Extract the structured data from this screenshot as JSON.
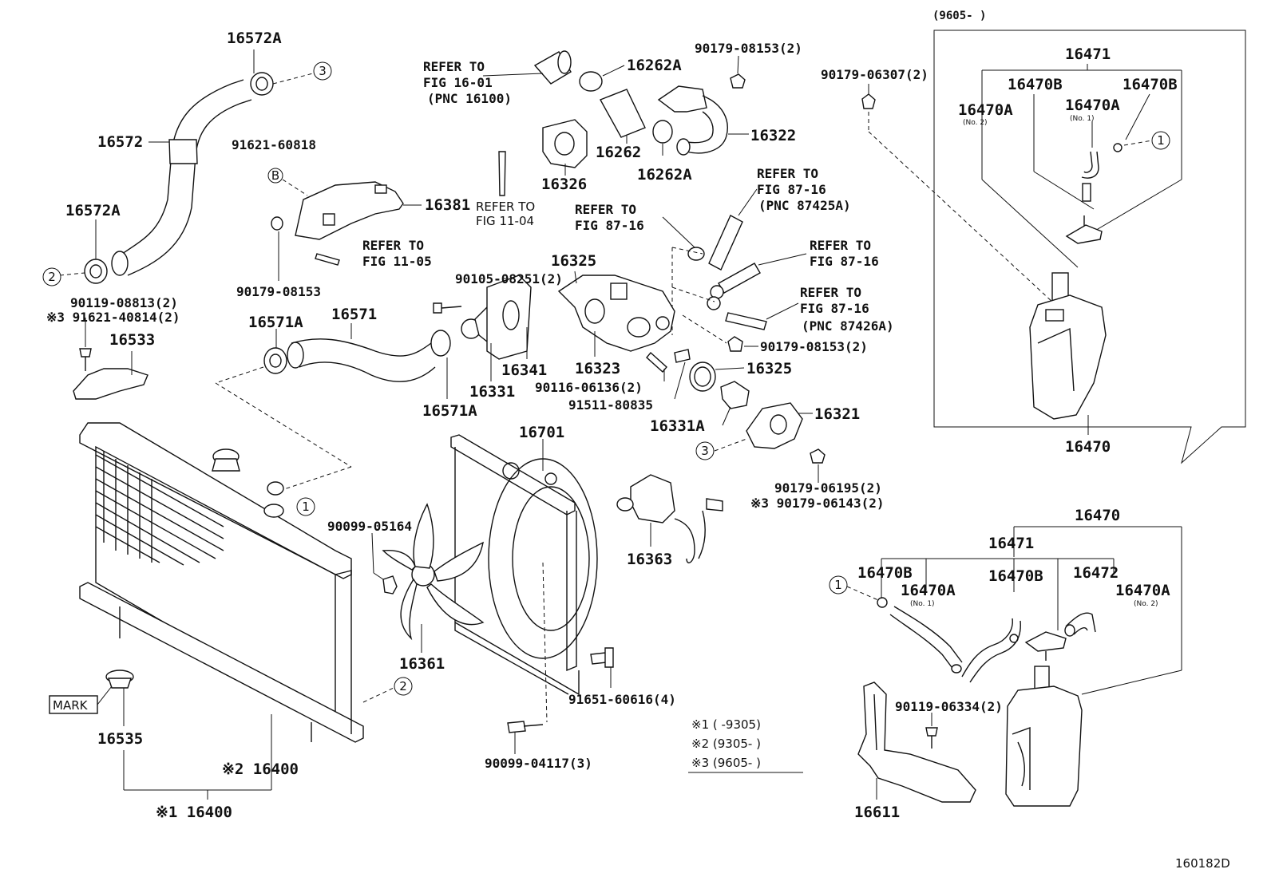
{
  "diagram_id": "160182D",
  "inset_title": "(9605-         )",
  "notes": {
    "n1": "※1 (     -9305)",
    "n2": "※2 (9305-     )",
    "n3": "※3 (9605-     )"
  },
  "labels": {
    "p16572A_top": "16572A",
    "p16572": "16572",
    "p16572A_left": "16572A",
    "p91621_60818": "91621-60818",
    "p16381": "16381",
    "p90179_08153": "90179-08153",
    "refer_fig1105_a": "REFER TO",
    "refer_fig1105_b": "FIG 11-05",
    "p90119_08813": "90119-08813(2)",
    "p91621_40814": "※3 91621-40814(2)",
    "p16533": "16533",
    "p16571A": "16571A",
    "p16571": "16571",
    "p16571A_b": "16571A",
    "p16331": "16331",
    "p16341": "16341",
    "p90105_08251": "90105-08251(2)",
    "refer_fig1601_a": "REFER TO",
    "refer_fig1601_b": "FIG 16-01",
    "refer_fig1601_c": "(PNC 16100)",
    "p16262A_top": "16262A",
    "p16262": "16262",
    "p16262A_b": "16262A",
    "p16326": "16326",
    "refer_fig1104_a": "REFER TO",
    "refer_fig1104_b": "FIG 11-04",
    "p90179_08153_2": "90179-08153(2)",
    "p16322": "16322",
    "p90179_06307": "90179-06307(2)",
    "refer_fig8716a_a": "REFER TO",
    "refer_fig8716a_b": "FIG 87-16",
    "refer_fig8716a_c": "(PNC 87425A)",
    "refer_fig8716b_a": "REFER TO",
    "refer_fig8716b_b": "FIG 87-16",
    "refer_fig8716c_a": "REFER TO",
    "refer_fig8716c_b": "FIG 87-16",
    "refer_fig8716d_a": "REFER TO",
    "refer_fig8716d_b": "FIG 87-16",
    "refer_fig8716d_c": "(PNC 87426A)",
    "p16325_top": "16325",
    "p16323": "16323",
    "p90116_06136": "90116-06136(2)",
    "p91511_80835": "91511-80835",
    "p90179_08153_2b": "90179-08153(2)",
    "p16325_b": "16325",
    "p16331A": "16331A",
    "p16321": "16321",
    "p90179_06195": "90179-06195(2)",
    "p90179_06143": "※3 90179-06143(2)",
    "p16701": "16701",
    "p90099_05164": "90099-05164",
    "p16363": "16363",
    "p16361": "16361",
    "p91651_60616": "91651-60616(4)",
    "p90099_04117": "90099-04117(3)",
    "p16535": "16535",
    "mark": "MARK",
    "p16400_2": "※2 16400",
    "p16400_1": "※1 16400",
    "inset_16471": "16471",
    "inset_16470B_a": "16470B",
    "inset_16470B_b": "16470B",
    "inset_16470A_a": "16470A",
    "inset_16470A_a_sub": "(No. 2)",
    "inset_16470A_b": "16470A",
    "inset_16470A_b_sub": "(No. 1)",
    "inset_16470": "16470",
    "low_16470": "16470",
    "low_16471": "16471",
    "low_16470B_a": "16470B",
    "low_16470A_a": "16470A",
    "low_16470A_a_sub": "(No. 1)",
    "low_16470B_b": "16470B",
    "low_16472": "16472",
    "low_16470A_b": "16470A",
    "low_16470A_b_sub": "(No. 2)",
    "p90119_06334": "90119-06334(2)",
    "p16611": "16611"
  },
  "callouts": {
    "c1": "1",
    "c2": "2",
    "c3": "3",
    "cB": "B"
  }
}
